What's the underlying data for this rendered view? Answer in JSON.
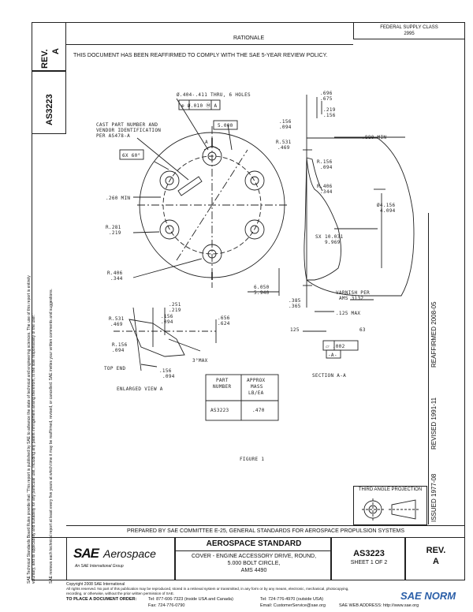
{
  "header": {
    "federal_supply_class_label": "FEDERAL SUPPLY CLASS",
    "federal_supply_class_value": "2995",
    "rationale_label": "RATIONALE",
    "rationale_text": "THIS DOCUMENT HAS BEEN REAFFIRMED TO COMPLY WITH THE SAE 5-YEAR REVIEW POLICY."
  },
  "side": {
    "rev_label": "REV.",
    "rev_value": "A",
    "doc_number": "AS3223",
    "disclaimer_1": "SAE Technical Standards Board Rules provide that: \"This report is published by SAE to advance the state of technical and engineering sciences. The use of this report is entirely",
    "disclaimer_2": "voluntary, and its applicability and suitability for any particular use, including any patent infringement arising therefrom, is the sole responsibility of the user.\"",
    "disclaimer_3": "SAE reviews each technical report at least every five years at which time it may be reaffirmed, revised, or cancelled. SAE invites your written comments and suggestions.",
    "issued": "ISSUED 1977-08",
    "revised": "REVISED 1991-11",
    "reaffirmed": "REAFFIRMED 2008-05"
  },
  "drawing": {
    "labels": {
      "holes": "Ø.404-.411 THRU, 6 HOLES",
      "fcf": "⊕ Ø.010 Ⓜ A",
      "cast_part": "CAST PART NUMBER AND",
      "vendor_id": "VENDOR IDENTIFICATION",
      "per_as": "PER AS478-A",
      "bc": "5.000",
      "angle": "6X 60°",
      "min260": ".260 MIN",
      "r281": "R.281",
      "r219": ".219",
      "r406": "R.406",
      "r344": ".344",
      "d6050": "6.050",
      "d5940": "5.940",
      "a_mark": "A",
      "d696": ".696",
      "d675": ".675",
      "d219": ".219",
      "d156": ".156",
      "d156b": ".156",
      "d094": ".094",
      "r531": "R.531",
      "d469": ".469",
      "min880": ".880 MIN",
      "r156": "R.156",
      "r094": ".094",
      "r406b": "R.406",
      "r344b": ".344",
      "d4156": "Ø4.156",
      "d4094": "4.094",
      "sx": "SX",
      "d10031": "10.031",
      "d9969": "9.969",
      "varnish": "VARNISH PER",
      "ams": "AMS 3132",
      "d385": ".385",
      "d365": ".365",
      "max125": ".125 MAX",
      "fcf2": "⏥ .002",
      "datum_a": "-A-",
      "f125": "125",
      "f63": "63",
      "section": "SECTION A-A",
      "r531b": "R.531",
      "d469b": ".469",
      "d251": ".251",
      "d219b": ".219",
      "d156c": ".156",
      "d094b": ".094",
      "d656": ".656",
      "d624": ".624",
      "r156b": "R.156",
      "d094c": ".094",
      "d156d": ".156",
      "d094d": ".094",
      "topend": "TOP END",
      "deg": "3°MAX",
      "enlarged": "ENLARGED VIEW A",
      "figure": "FIGURE 1"
    },
    "table": {
      "col1": [
        "PART",
        "NUMBER"
      ],
      "col2": [
        "APPROX",
        "MASS",
        "LB/EA"
      ],
      "part": "AS3223",
      "mass": ".470"
    },
    "third_angle": "THIRD ANGLE PROJECTION"
  },
  "footer": {
    "prepared_by": "PREPARED BY SAE COMMITTEE E-25, GENERAL STANDARDS FOR AEROSPACE PROPULSION SYSTEMS",
    "logo_sae": "SAE",
    "logo_aerospace": "Aerospace",
    "logo_tagline": "An SAE International Group",
    "std_title": "AEROSPACE STANDARD",
    "desc1": "COVER - ENGINE ACCESSORY DRIVE, ROUND,",
    "desc2": "5.000 BOLT CIRCLE,",
    "desc3": "AMS 4490",
    "doc_number": "AS3223",
    "sheet": "SHEET 1 OF 2",
    "rev_label": "REV.",
    "rev_value": "A",
    "copyright": "Copyright 2008 SAE International",
    "rights": "All rights reserved. No part of this publication may be reproduced, stored in a retrieval system or transmitted, in any form or by any means, electronic, mechanical, photocopying,",
    "rights2": "recording, or otherwise, without the prior written permission of SAE.",
    "order_label": "TO PLACE A DOCUMENT ORDER:",
    "tel1": "Tel: 877-606-7323 (inside USA and Canada)",
    "tel2": "Tel: 724-776-4970 (outside USA)",
    "fax": "Fax: 724-776-0790",
    "email": "Email: CustomerService@sae.org",
    "web": "SAE WEB ADDRESS:  http://www.sae.org",
    "watermark": "SAE NORM"
  }
}
